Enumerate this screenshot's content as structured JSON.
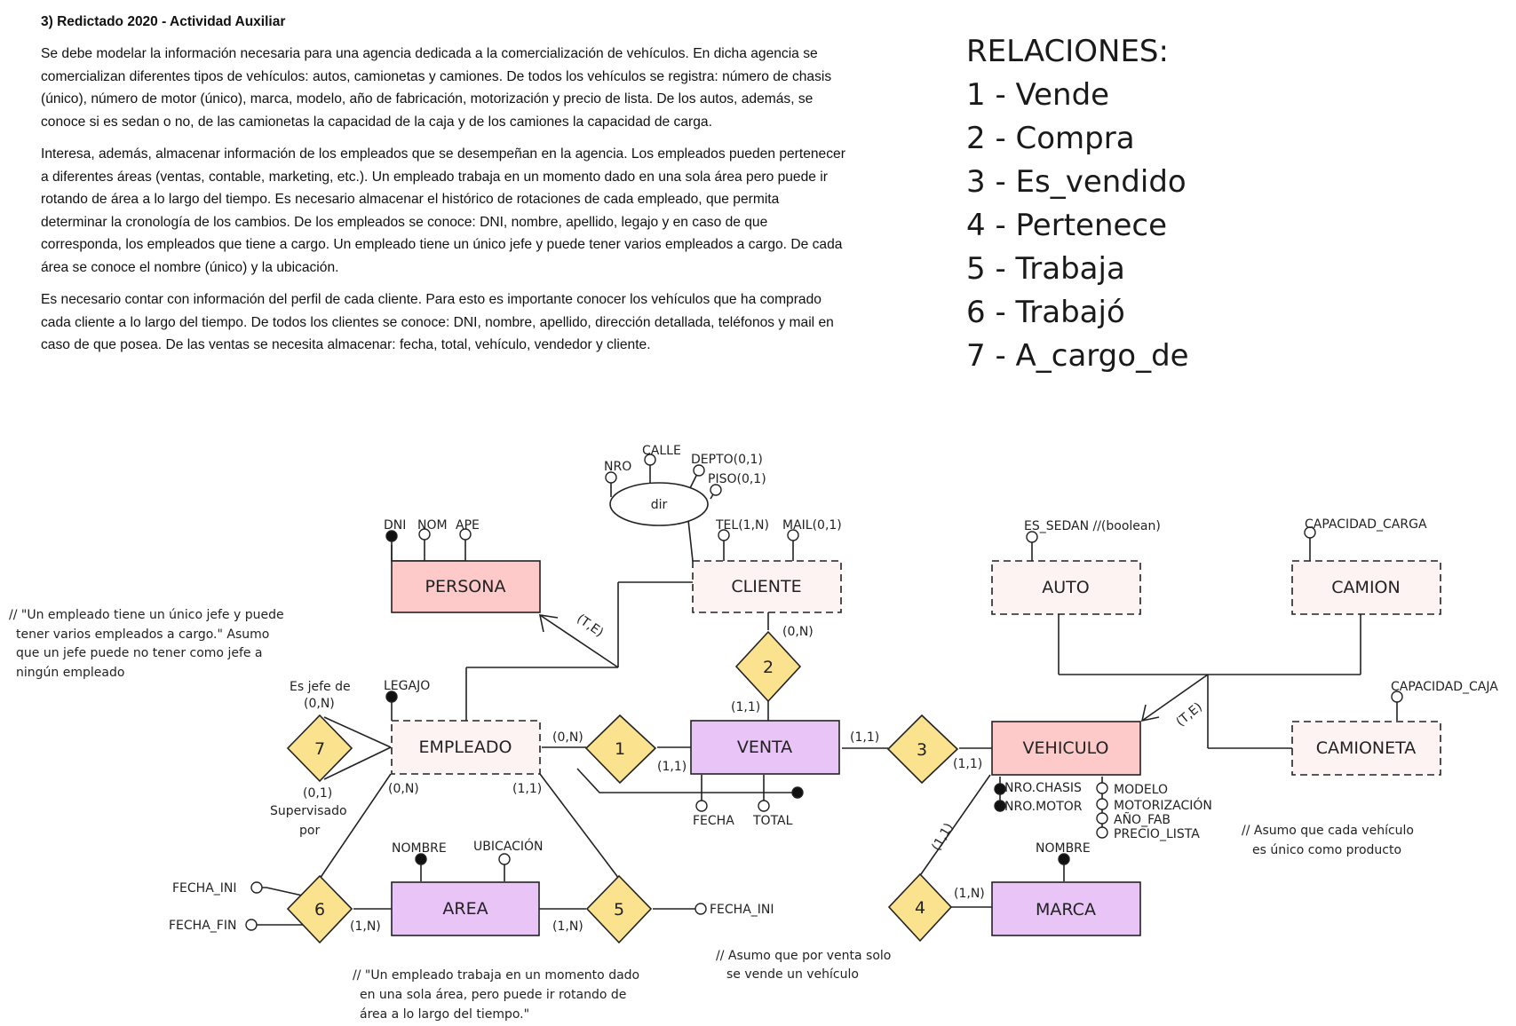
{
  "statement": {
    "title": "3)  Redictado 2020 - Actividad Auxiliar",
    "paragraphs": [
      "Se debe modelar la información necesaria para una agencia dedicada a la comercialización de vehículos. En dicha agencia se comercializan diferentes tipos de vehículos: autos, camionetas y camiones. De todos los vehículos se registra: número de chasis (único), número de motor (único), marca, modelo, año de fabricación, motorización y precio de lista. De los autos, además, se conoce si es sedan o no, de las camionetas la capacidad de la caja y de los camiones la capacidad de carga.",
      "Interesa, además, almacenar información de los empleados que se desempeñan en la agencia. Los empleados pueden pertenecer a diferentes áreas (ventas, contable, marketing, etc.). Un empleado trabaja en un momento dado en una sola área pero puede ir rotando de área a lo largo del tiempo. Es necesario almacenar el histórico de rotaciones de cada empleado, que permita determinar la cronología de los cambios. De los empleados se conoce: DNI, nombre, apellido, legajo y en caso de que corresponda, los empleados que tiene a cargo. Un empleado tiene un único jefe y puede tener varios empleados a cargo. De cada área se conoce el nombre (único) y la ubicación.",
      "Es necesario contar con información del perfil de cada cliente. Para esto es importante conocer los vehículos que ha comprado cada cliente a lo largo del tiempo. De todos los clientes se conoce: DNI, nombre, apellido, dirección detallada, teléfonos y mail en caso de que posea. De las ventas se necesita almacenar: fecha, total, vehículo, vendedor y cliente."
    ]
  },
  "relations_panel": {
    "heading": "RELACIONES:",
    "items": [
      "1 - Vende",
      "2 - Compra",
      "3 - Es_vendido",
      "4 - Pertenece",
      "5 - Trabaja",
      "6 - Trabajó",
      "7 - A_cargo_de"
    ]
  },
  "colors": {
    "strong_entity": "#fdc9c9",
    "weak_entity": "#fdf3f3",
    "associative_entity": "#e8c4f7",
    "relationship": "#fbe28f",
    "line": "#222222"
  },
  "entities": {
    "persona": "PERSONA",
    "cliente": "CLIENTE",
    "auto": "AUTO",
    "camion": "CAMION",
    "empleado": "EMPLEADO",
    "venta": "VENTA",
    "vehiculo": "VEHICULO",
    "camioneta": "CAMIONETA",
    "area": "AREA",
    "marca": "MARCA"
  },
  "composite": {
    "dir": "dir"
  },
  "relationships": {
    "r1": "1",
    "r2": "2",
    "r3": "3",
    "r4": "4",
    "r5": "5",
    "r6": "6",
    "r7": "7"
  },
  "attributes": {
    "persona_dni": "DNI",
    "persona_nom": "NOM",
    "persona_ape": "APE",
    "dir_nro": "NRO",
    "dir_calle": "CALLE",
    "dir_depto": "DEPTO(0,1)",
    "dir_piso": "PISO(0,1)",
    "cliente_tel": "TEL(1,N)",
    "cliente_mail": "MAIL(0,1)",
    "auto_sedan": "ES_SEDAN //(boolean)",
    "camion_carga": "CAPACIDAD_CARGA",
    "camioneta_caja": "CAPACIDAD_CAJA",
    "empleado_legajo": "LEGAJO",
    "venta_fecha": "FECHA",
    "venta_total": "TOTAL",
    "veh_chasis": "NRO.CHASIS",
    "veh_motor": "NRO.MOTOR",
    "veh_modelo": "MODELO",
    "veh_motorizacion": "MOTORIZACIÓN",
    "veh_anio": "AÑO_FAB",
    "veh_precio": "PRECIO_LISTA",
    "marca_nombre": "NOMBRE",
    "area_nombre": "NOMBRE",
    "area_ubicacion": "UBICACIÓN",
    "r5_fecha_ini": "FECHA_INI",
    "r6_fecha_ini": "FECHA_INI",
    "r6_fecha_fin": "FECHA_FIN"
  },
  "cardinalities": {
    "persona_spec": "(T,E)",
    "vehiculo_spec": "(T,E)",
    "cliente_r2": "(0,N)",
    "venta_r2": "(1,1)",
    "empleado_r1": "(0,N)",
    "venta_r1": "(1,1)",
    "venta_r3": "(1,1)",
    "vehiculo_r3": "(1,1)",
    "vehiculo_r4": "(1,1)",
    "marca_r4": "(1,N)",
    "r7_top_role": "Es jefe de",
    "r7_top": "(0,N)",
    "r7_bottom": "(0,1)",
    "r7_bottom_role_1": "Supervisado",
    "r7_bottom_role_2": "por",
    "empleado_r6": "(0,N)",
    "empleado_r5": "(1,1)",
    "area_r6": "(1,N)",
    "area_r5": "(1,N)"
  },
  "notes": {
    "jefe": [
      "// \"Un empleado tiene un único jefe y puede",
      "tener varios empleados a cargo.\" Asumo",
      "que un jefe puede no tener como jefe a",
      "ningún empleado"
    ],
    "vehiculo": [
      "// Asumo que cada vehículo",
      "es único como producto"
    ],
    "venta": [
      "// Asumo que por venta solo",
      "se vende un vehículo"
    ],
    "area": [
      "// \"Un empleado trabaja en un momento dado",
      "en una sola área, pero puede ir rotando de",
      "área a lo largo del tiempo.\""
    ]
  }
}
